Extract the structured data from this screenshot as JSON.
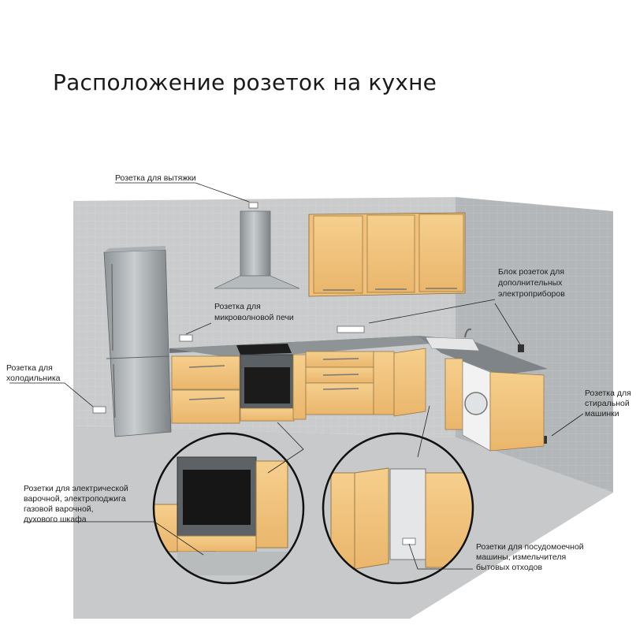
{
  "title": "Расположение розеток на кухне",
  "labels": {
    "hood": [
      "Розетка для вытяжки"
    ],
    "microwave": [
      "Розетка для",
      "микроволновой печи"
    ],
    "block": [
      "Блок розеток для",
      "дополнительных",
      "электроприборов"
    ],
    "fridge": [
      "Розетка для",
      "холодильника"
    ],
    "washer": [
      "Розетка для",
      "стиральной",
      "машинки"
    ],
    "stove": [
      "Розетки для электрической",
      "варочной, электроподжига",
      "газовой варочной,",
      "духового шкафа"
    ],
    "dishwasher": [
      "Розетки для посудомоечной",
      "машины, измельчителя",
      "бытовых отходов"
    ]
  }
}
